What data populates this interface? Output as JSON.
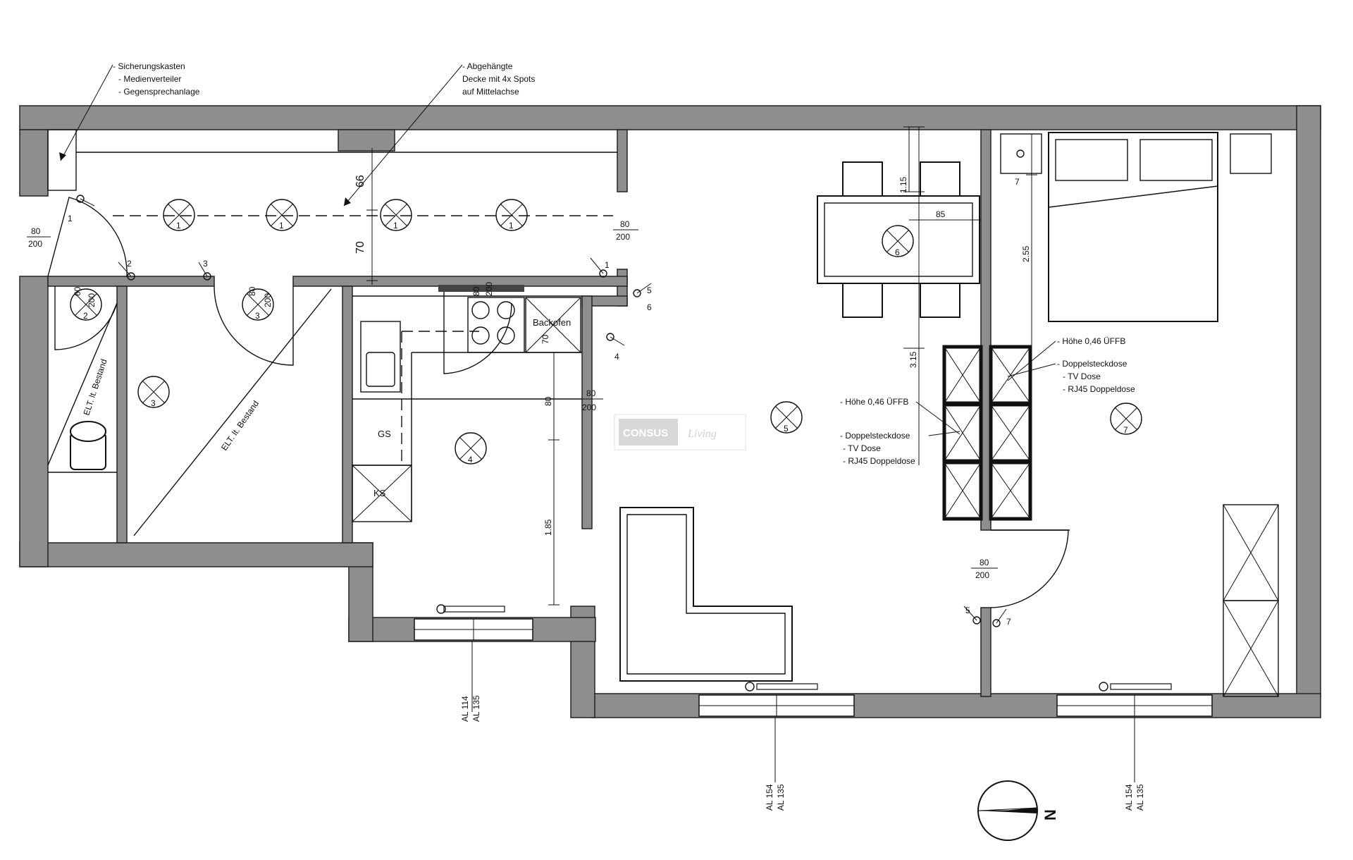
{
  "annotations": {
    "panel_box": [
      "- Sicherungskasten",
      "- Medienverteiler",
      "- Gegensprechanlage"
    ],
    "ceiling": [
      "- Abgehängte",
      "Decke mit 4x Spots",
      "auf Mittelachse"
    ],
    "sockets_left": [
      "- Höhe 0,46 ÜFFB",
      "- Doppelsteckdose",
      "- TV Dose",
      "- RJ45 Doppeldose"
    ],
    "sockets_right": [
      "- Höhe 0,46 ÜFFB",
      "- Doppelsteckdose",
      "- TV Dose",
      "- RJ45 Doppeldose"
    ]
  },
  "doors": {
    "entrance": [
      "80",
      "200"
    ],
    "hall_living": [
      "80",
      "200"
    ],
    "bath": [
      "60",
      "200"
    ],
    "wc": [
      "80",
      "200"
    ],
    "kitchen_top": [
      "80",
      "200"
    ],
    "kitchen_side": [
      "80",
      "200"
    ],
    "bedroom": [
      "80",
      "200"
    ]
  },
  "dimensions": {
    "hall_top": "66",
    "hall_height": "70",
    "kitchen_70": "70",
    "kitchen_80": "80",
    "kitchen_185": "1.85",
    "dining_115": "1.15",
    "dining_85": "85",
    "dining_315": "3.15",
    "bed_255": "2.55"
  },
  "labels": {
    "backofen": "Backofen",
    "gs": "GS",
    "ks": "KS",
    "elt_1": "ELT. lt. Bestand",
    "elt_2": "ELT. lt. Bestand"
  },
  "lights": [
    "1",
    "1",
    "1",
    "1",
    "2",
    "3",
    "3",
    "4",
    "5",
    "6",
    "7"
  ],
  "switches": [
    "1",
    "2",
    "3",
    "1",
    "4",
    "5",
    "6",
    "5",
    "7",
    "7"
  ],
  "window_heights": {
    "kitchen": [
      "AL 114",
      "AL 135"
    ],
    "living": [
      "AL 154",
      "AL 135"
    ],
    "bedroom": [
      "AL 154",
      "AL 135"
    ]
  },
  "watermark": {
    "brand": "CONSUS",
    "script": "Living"
  },
  "compass": {
    "north": "N"
  }
}
